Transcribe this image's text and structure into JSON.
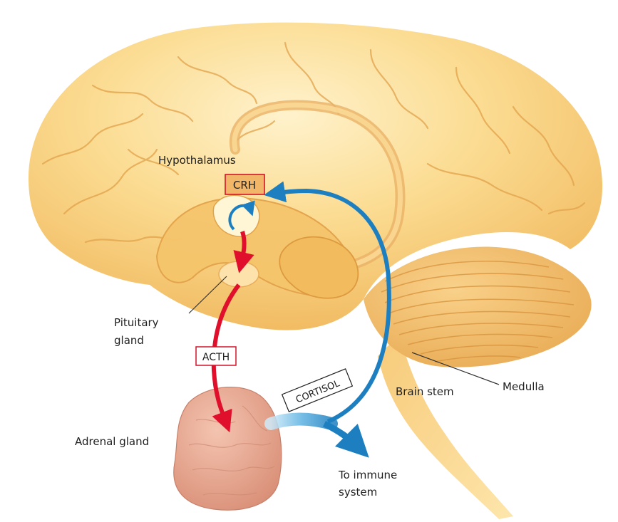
{
  "labels": {
    "hypothalamus": "Hypothalamus",
    "crh": "CRH",
    "pituitary_line1": "Pituitary",
    "pituitary_line2": "gland",
    "acth": "ACTH",
    "cortisol": "CORTISOL",
    "adrenal": "Adrenal gland",
    "brain_stem": "Brain stem",
    "medulla": "Medulla",
    "immune_line1": "To immune",
    "immune_line2": "system"
  },
  "colors": {
    "brain_light": "#fde9b2",
    "brain_mid": "#f8cf78",
    "brain_dark": "#e9ac4a",
    "fold_line": "#e2a24a",
    "hormone_box_border": "#d2142a",
    "pathway_red": "#e0102c",
    "pathway_blue": "#1d7fc0",
    "adrenal": "#e9a48e",
    "text": "#1f1f1f"
  }
}
